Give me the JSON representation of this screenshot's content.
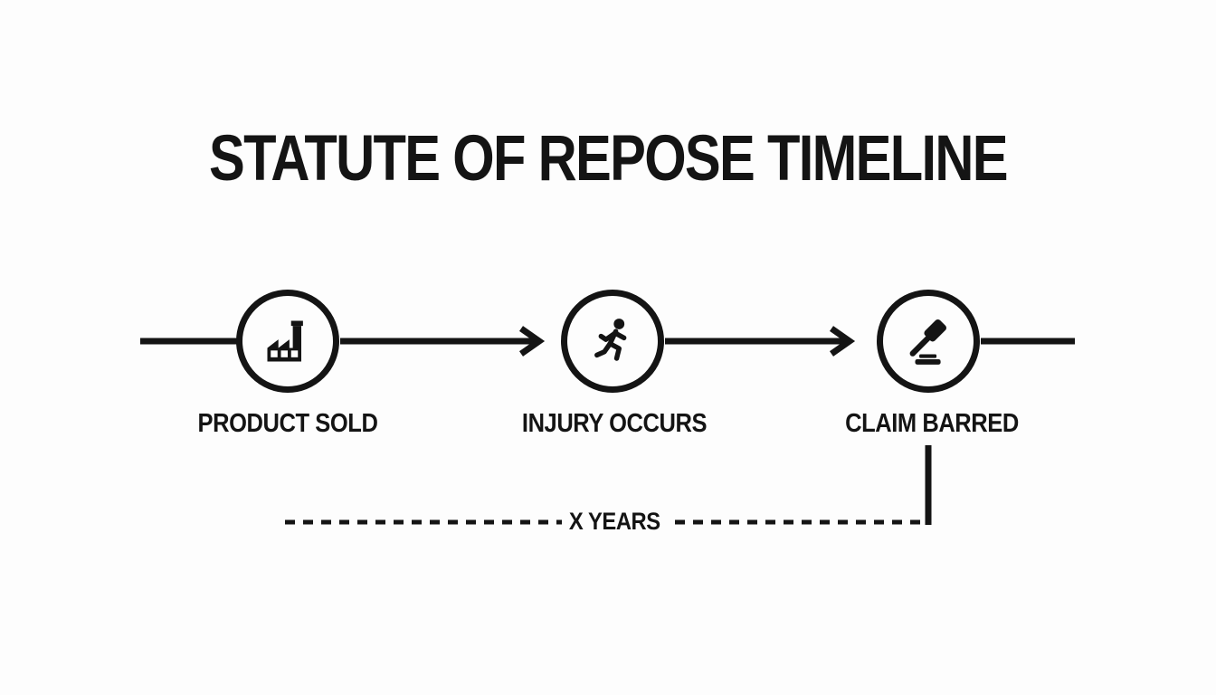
{
  "title": "STATUTE OF REPOSE TIMELINE",
  "timeline": {
    "events": [
      {
        "label": "PRODUCT SOLD",
        "icon": "factory-icon"
      },
      {
        "label": "INJURY OCCURS",
        "icon": "running-person-icon"
      },
      {
        "label": "CLAIM BARRED",
        "icon": "gavel-icon"
      }
    ],
    "span": {
      "label": "X YEARS"
    }
  },
  "colors": {
    "ink": "#141414",
    "background": "#fdfdfd"
  }
}
